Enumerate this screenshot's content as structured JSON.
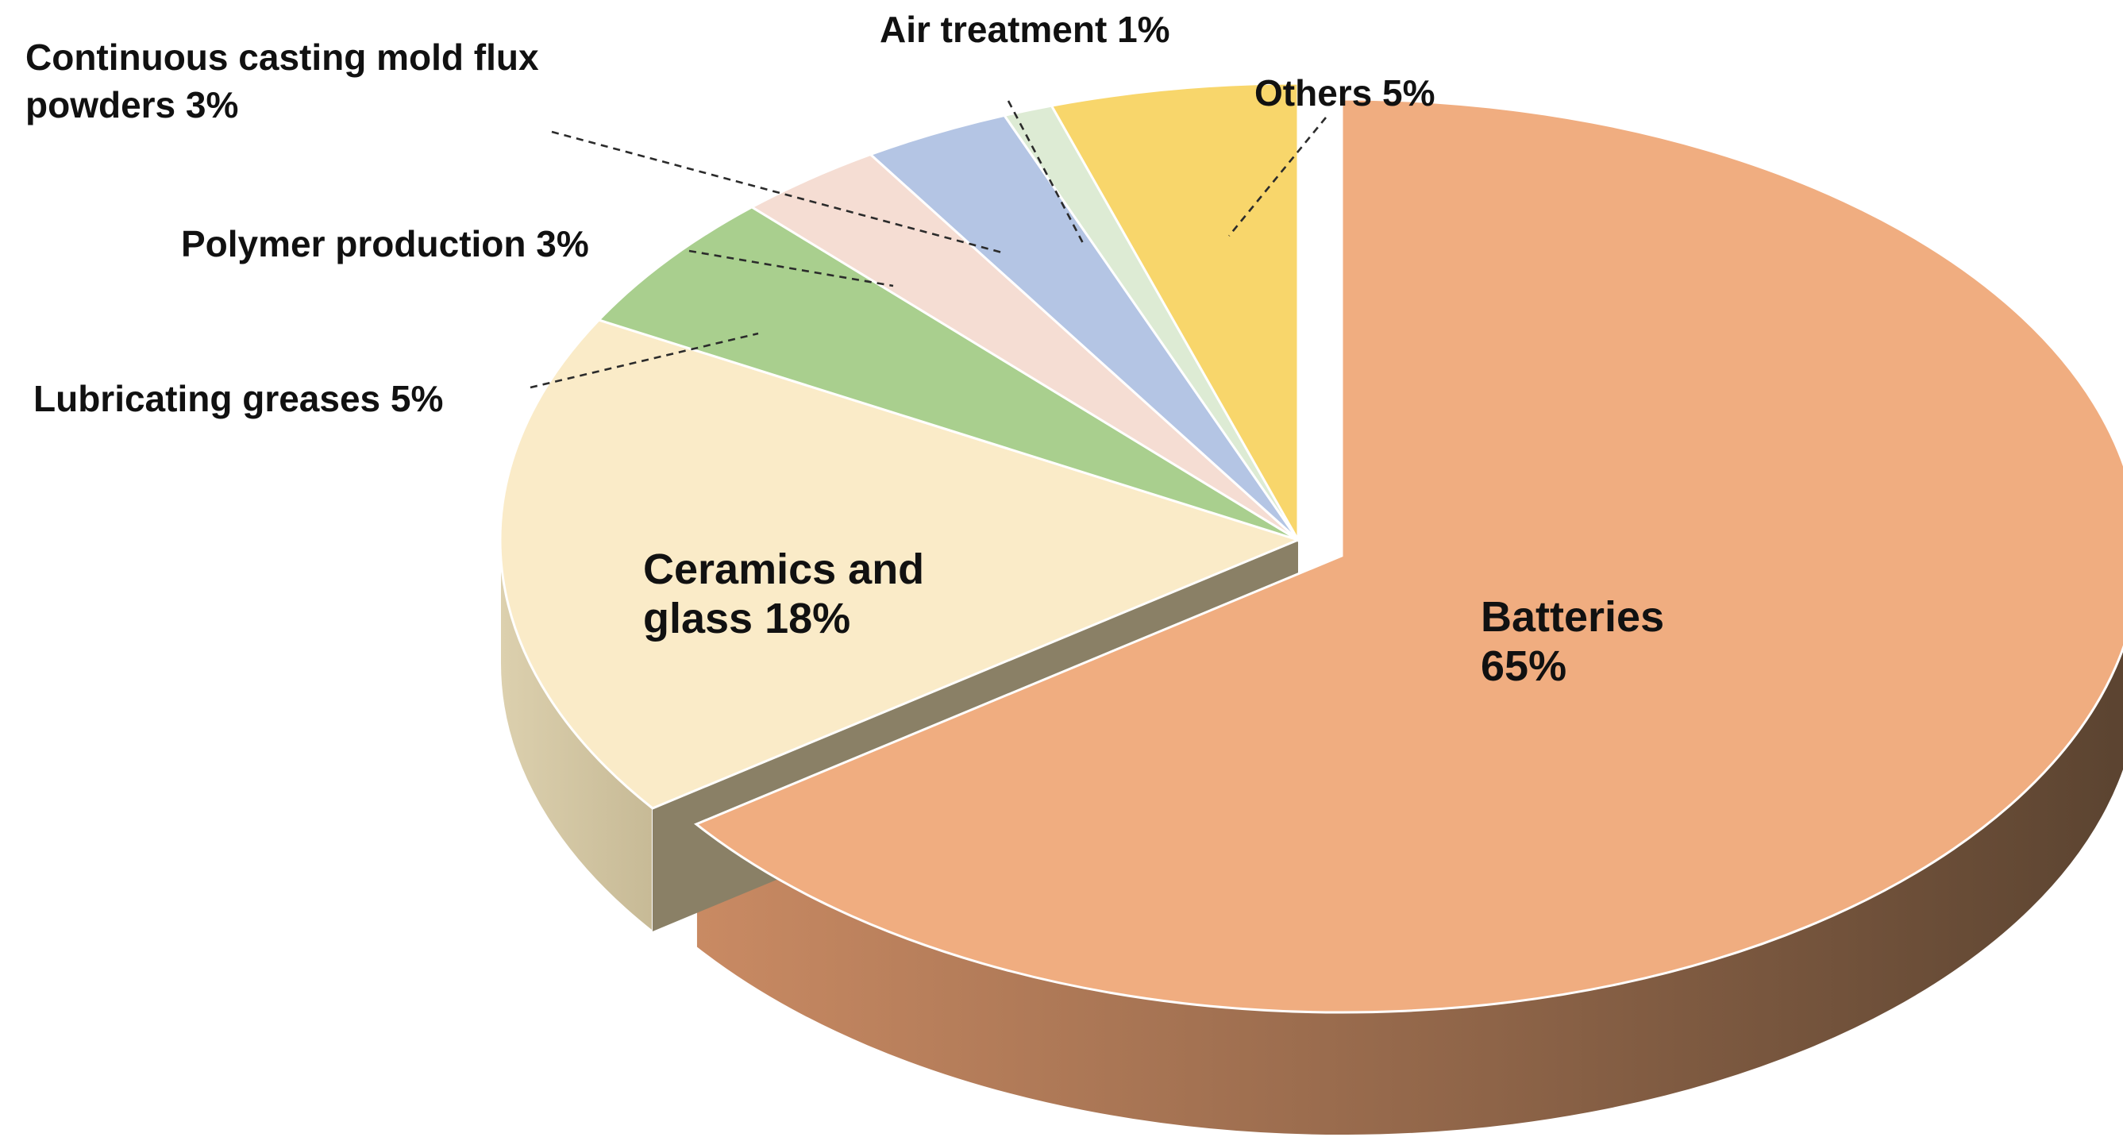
{
  "chart_data": {
    "type": "pie",
    "style": "3d-exploded",
    "start": "12 o'clock",
    "direction": "clockwise",
    "slices": [
      {
        "label_lines": [
          "Batteries",
          "65%"
        ],
        "value": 65,
        "color": "#F0AD80",
        "side_light": "#C98A63",
        "side_dark": "#5A4330",
        "exploded": true,
        "label_position": "inside"
      },
      {
        "label_lines": [
          "Ceramics and",
          "glass 18%"
        ],
        "value": 18,
        "color": "#FAEBC8",
        "side_light": "#D9CDAA",
        "side_dark": "#BFB38F",
        "label_position": "inside"
      },
      {
        "label_lines": [
          "Lubricating greases 5%"
        ],
        "value": 5,
        "color": "#A9CF8E",
        "label_position": "outside-left"
      },
      {
        "label_lines": [
          "Polymer production 3%"
        ],
        "value": 3,
        "color": "#F5DDD3",
        "label_position": "outside-left"
      },
      {
        "label_lines": [
          "Continuous casting mold flux",
          "powders 3%"
        ],
        "value": 3,
        "color": "#B4C5E4",
        "label_position": "outside-top-left"
      },
      {
        "label_lines": [
          "Air treatment 1%"
        ],
        "value": 1,
        "color": "#DDEBD4",
        "label_position": "outside-top"
      },
      {
        "label_lines": [
          "Others 5%"
        ],
        "value": 5,
        "color": "#F8D66B",
        "label_position": "outside-top-right"
      }
    ],
    "inner_wall_color": "#8A8066"
  }
}
